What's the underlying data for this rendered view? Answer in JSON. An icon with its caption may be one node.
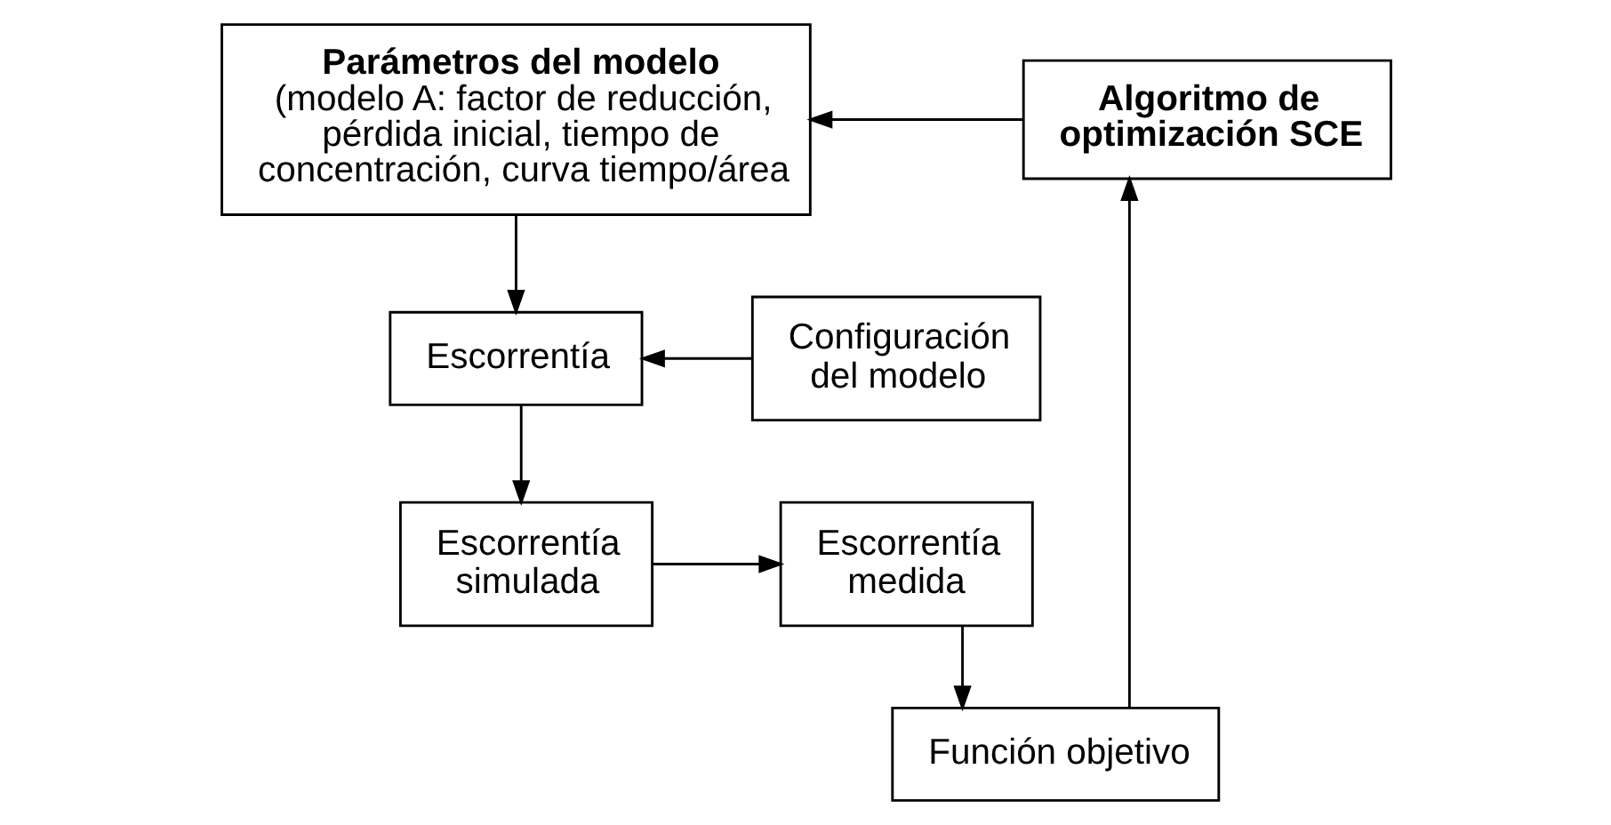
{
  "diagram": {
    "nodes": [
      {
        "text": [
          "Parámetros del modelo",
          "(modelo A: factor de reducción, pérdida inicial, tiempo de concentración, curva tiempo/área"
        ]
      },
      {
        "text": [
          "Configuración del modelo"
        ]
      },
      {
        "text": [
          "Escorrentía"
        ]
      },
      {
        "text": [
          "Escorrentía simulada"
        ]
      },
      {
        "text": [
          "Escorrentía medida"
        ]
      },
      {
        "text": [
          "Función objetivo"
        ]
      },
      {
        "text": [
          "Algoritmo de optimización SCE"
        ]
      }
    ],
    "edges": [
      {
        "from": 0,
        "to": 2,
        "arrow": "to"
      },
      {
        "from": 1,
        "to": 2,
        "arrow": "to"
      },
      {
        "from": 2,
        "to": 3,
        "arrow": "to"
      },
      {
        "from": 3,
        "to": 4,
        "arrow": "to"
      },
      {
        "from": 4,
        "to": 5,
        "arrow": "to"
      },
      {
        "from": 5,
        "to": 6,
        "arrow": "to"
      },
      {
        "from": 6,
        "to": 0,
        "arrow": "to"
      }
    ]
  }
}
